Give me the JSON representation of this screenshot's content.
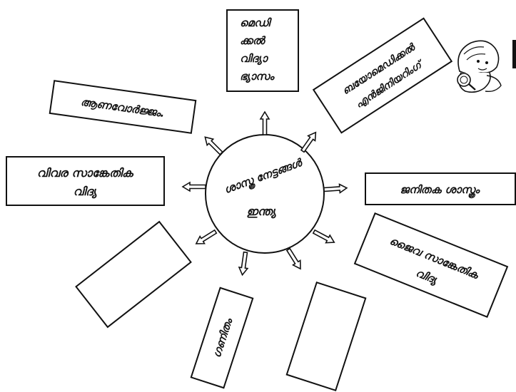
{
  "center": {
    "line1": "ശാസ്ത്ര നേട്ടങ്ങൾ",
    "line2": "ഇന്ത്യ"
  },
  "boxes": {
    "medical": [
      "മെഡി",
      "ക്കൽ",
      "വിദ്യാ",
      "ഭ്യാസം"
    ],
    "biomedical": [
      "ബയോമെഡിക്കൽ",
      "എൻജിനിയറിംഗ്"
    ],
    "nuclear": [
      "ആണവോർജ്ജം."
    ],
    "it": [
      "വിവര സാങ്കേതിക",
      "വിദ്യ"
    ],
    "genetics": [
      "ജനിതക ശാസ്ത്രം"
    ],
    "biotech": [
      "ജൈവ സാങ്കേതിക",
      "വിദ്യ"
    ],
    "maths": [
      "ഗണിതം"
    ],
    "blank_left": [],
    "blank_right": []
  },
  "icons": {
    "mascot": "detective-child-with-magnifier-icon"
  },
  "colors": {
    "ink": "#111111",
    "paper": "#ffffff"
  }
}
